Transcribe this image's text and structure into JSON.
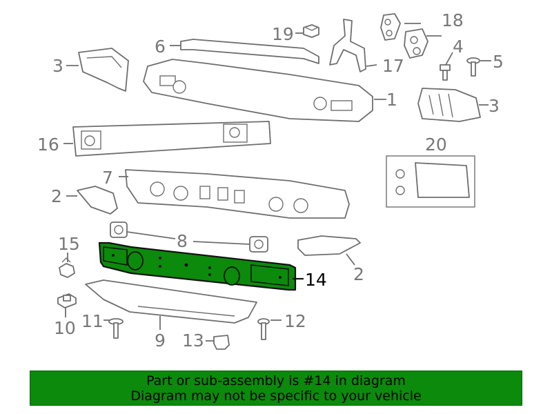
{
  "diagram": {
    "highlight_color": "#0b8a0b",
    "highlighted_part": "14",
    "callouts": [
      {
        "id": "c1",
        "label": "1"
      },
      {
        "id": "c2a",
        "label": "2"
      },
      {
        "id": "c2b",
        "label": "2"
      },
      {
        "id": "c3a",
        "label": "3"
      },
      {
        "id": "c3b",
        "label": "3"
      },
      {
        "id": "c4",
        "label": "4"
      },
      {
        "id": "c5",
        "label": "5"
      },
      {
        "id": "c6",
        "label": "6"
      },
      {
        "id": "c7",
        "label": "7"
      },
      {
        "id": "c8",
        "label": "8"
      },
      {
        "id": "c9",
        "label": "9"
      },
      {
        "id": "c10",
        "label": "10"
      },
      {
        "id": "c11",
        "label": "11"
      },
      {
        "id": "c12",
        "label": "12"
      },
      {
        "id": "c13",
        "label": "13"
      },
      {
        "id": "c14",
        "label": "14"
      },
      {
        "id": "c15",
        "label": "15"
      },
      {
        "id": "c16",
        "label": "16"
      },
      {
        "id": "c17",
        "label": "17"
      },
      {
        "id": "c18",
        "label": "18"
      },
      {
        "id": "c19",
        "label": "19"
      },
      {
        "id": "c20",
        "label": "20"
      }
    ]
  },
  "banner": {
    "line1": "Part or sub-assembly is #14 in diagram",
    "line2": "Diagram may not be specific to your vehicle",
    "background": "#0b8a0b"
  }
}
